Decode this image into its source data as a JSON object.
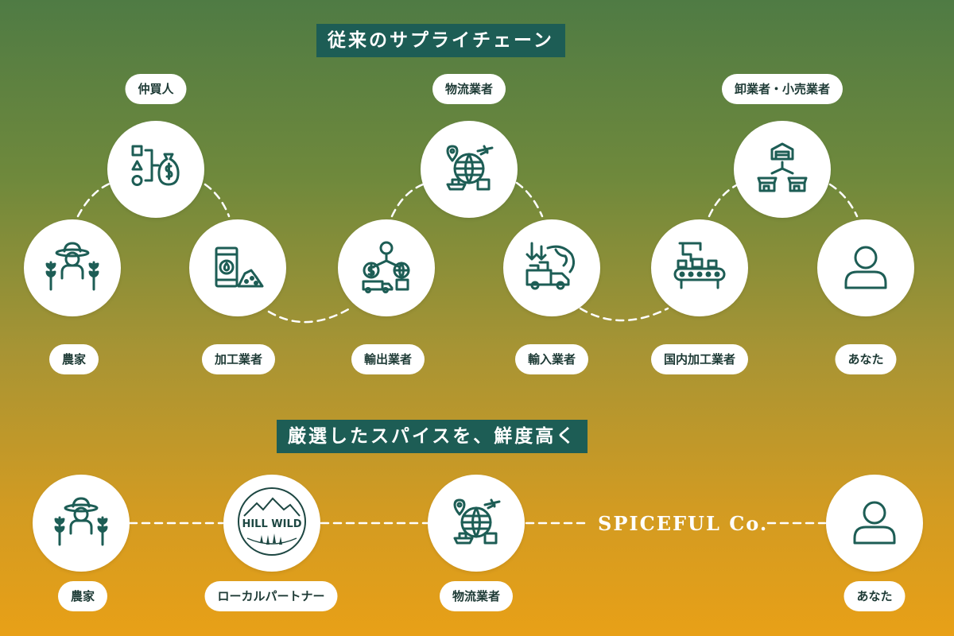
{
  "sections": {
    "traditional_title": "従来のサプライチェーン",
    "ours_title": "厳選したスパイスを、鮮度高く"
  },
  "traditional": {
    "top_labels": {
      "broker": "仲買人",
      "logistics": "物流業者",
      "wholesale": "卸業者・小売業者"
    },
    "bottom_labels": {
      "farmer": "農家",
      "processor": "加工業者",
      "exporter": "輸出業者",
      "importer": "輸入業者",
      "domestic_processor": "国内加工業者",
      "you": "あなた"
    }
  },
  "ours": {
    "labels": {
      "farmer": "農家",
      "local_partner": "ローカルパートナー",
      "logistics": "物流業者",
      "you": "あなた"
    },
    "partner_logo": "HILL WILD",
    "brand": "SPICEFUL Co."
  },
  "icons": {
    "farmer": "farmer-icon",
    "broker": "broker-flow-icon",
    "processor": "processing-tank-icon",
    "exporter": "export-trade-icon",
    "logistics": "global-logistics-icon",
    "importer": "import-delivery-icon",
    "domestic_processor": "conveyor-factory-icon",
    "wholesale": "warehouse-retail-icon",
    "you": "user-icon"
  },
  "colors": {
    "title_bg": "#1d5d55",
    "icon": "#1d5d55",
    "gradient_top": "#4f7b44",
    "gradient_bottom": "#e8a017"
  }
}
